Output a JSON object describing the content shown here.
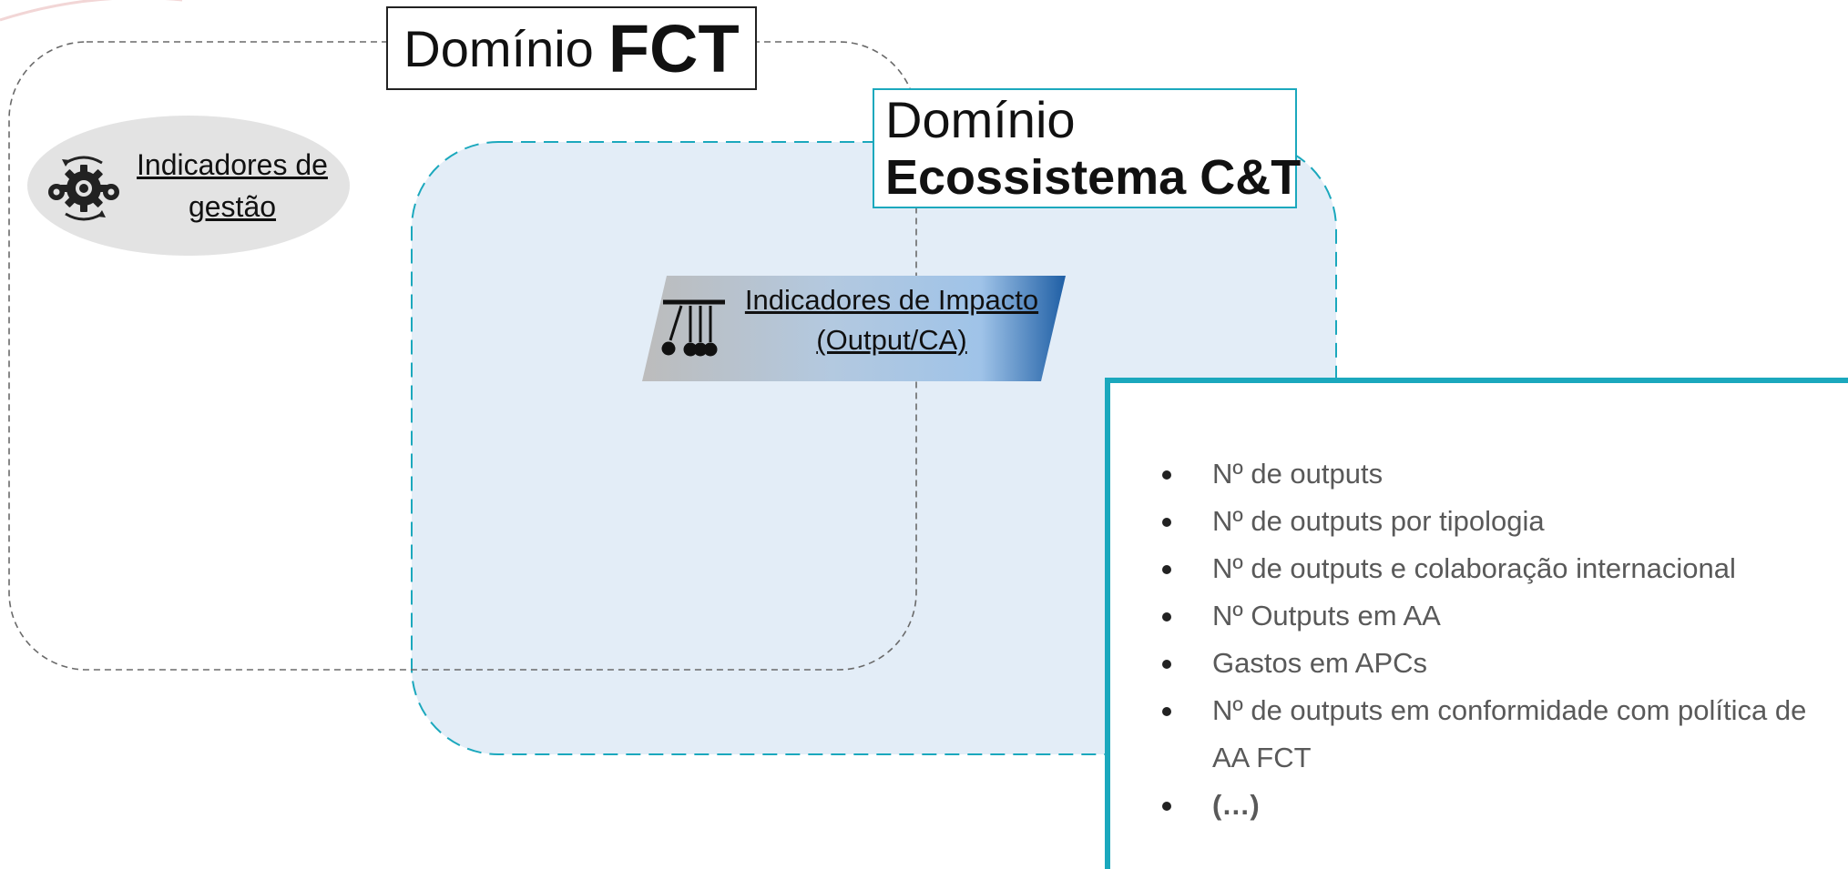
{
  "fct_domain": {
    "prefix": "Domínio",
    "name": "FCT"
  },
  "ecosystem_domain": {
    "prefix": "Domínio",
    "name": "Ecossistema C&T"
  },
  "management_indicators": {
    "line1": "Indicadores de",
    "line2": "gestão",
    "icon": "gears-icon"
  },
  "impact_indicators": {
    "line1": "Indicadores de Impacto",
    "line2": "(Output/CA)",
    "icon": "newtons-cradle-icon"
  },
  "indicator_list": [
    {
      "text": "Nº de outputs"
    },
    {
      "text": "Nº de outputs por tipologia"
    },
    {
      "text": "Nº de outputs e colaboração internacional"
    },
    {
      "text": "Nº Outputs em AA"
    },
    {
      "text": "Gastos em APCs"
    },
    {
      "text": "Nº de outputs em conformidade com política de AA FCT"
    },
    {
      "text": "(…)"
    }
  ],
  "colors": {
    "fct_border": "#555555",
    "ecosystem_border": "#1ba8bd",
    "ecosystem_fill": "#e3edf7",
    "panel_border": "#1ba8bd",
    "list_text": "#595959"
  }
}
